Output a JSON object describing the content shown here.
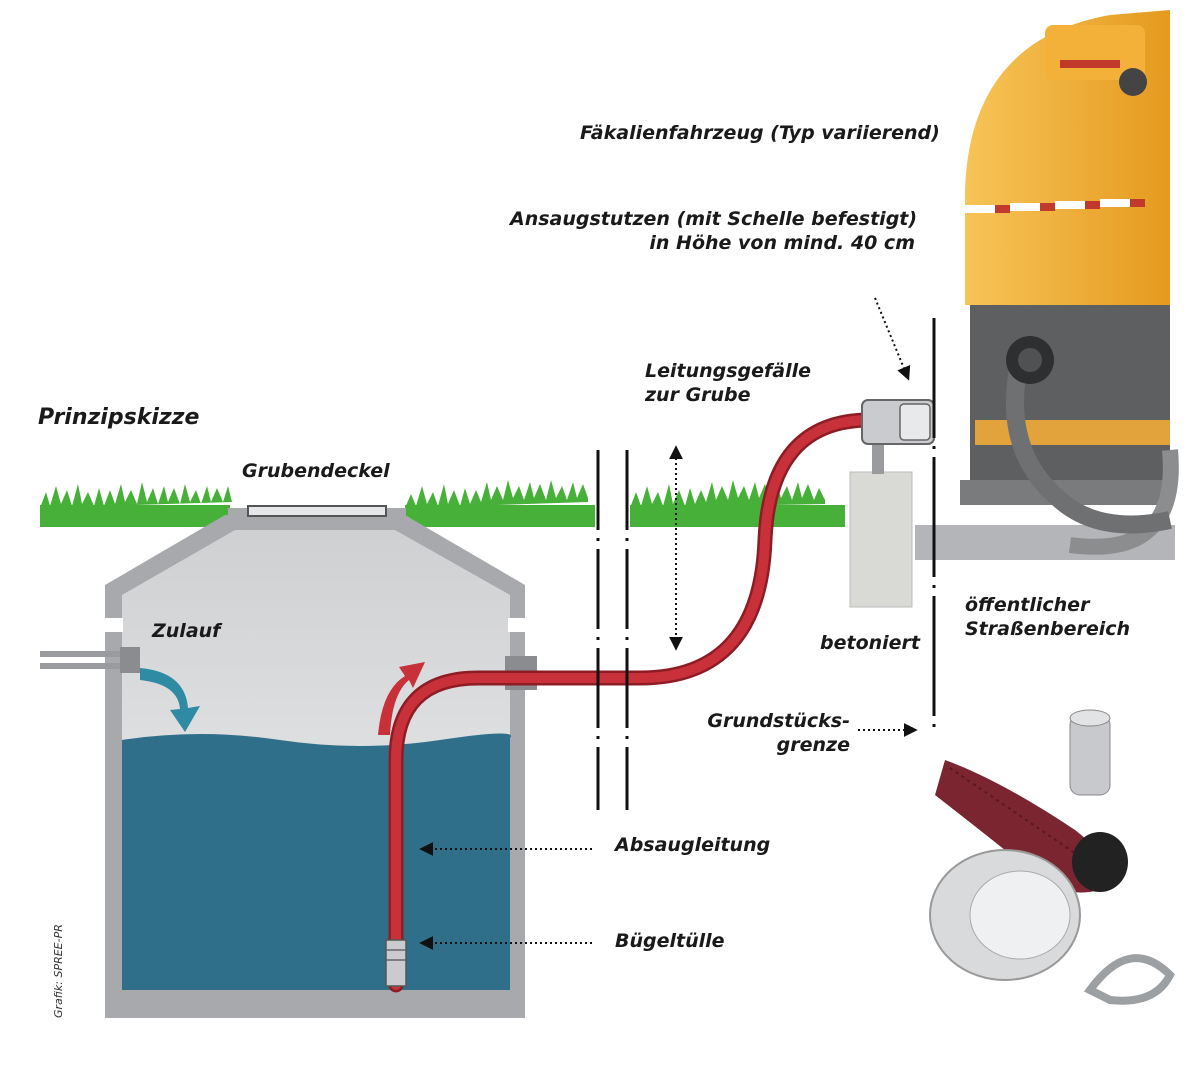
{
  "labels": {
    "title": "Prinzipskizze",
    "grubendeckel": "Grubendeckel",
    "zulauf": "Zulauf",
    "vehicle": "Fäkalienfahrzeug (Typ variierend)",
    "ansaug_line1": "Ansaugstutzen (mit Schelle befestigt)",
    "ansaug_line2": "in Höhe von mind. 40 cm",
    "gefaelle_line1": "Leitungsgefälle",
    "gefaelle_line2": "zur Grube",
    "betoniert": "betoniert",
    "oeffentlich_line1": "öffentlicher",
    "oeffentlich_line2": "Straßenbereich",
    "grenze_line1": "Grundstücks-",
    "grenze_line2": "grenze",
    "absaugleitung": "Absaugleitung",
    "buegeltuelle": "Bügeltülle",
    "credit": "Grafik: SPREE-PR"
  },
  "colors": {
    "water": "#2f6f8a",
    "tank_wall": "#a7a9ac",
    "tank_air": "#dedfe1",
    "hose": "#c8303a",
    "grass": "#47b039",
    "truck": "#f0a830",
    "arrow_blue": "#2f8aa3",
    "arrow_red": "#c8303a",
    "concrete": "#d9d9d6"
  }
}
